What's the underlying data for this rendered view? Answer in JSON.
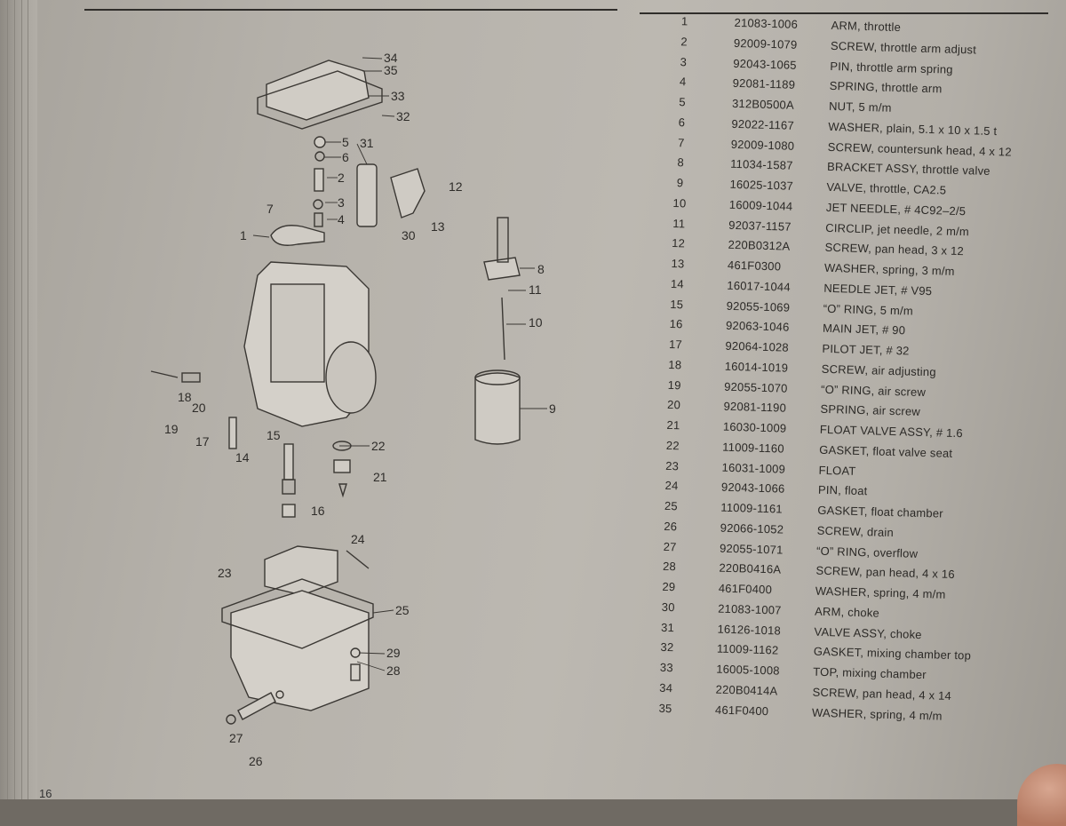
{
  "diagram": {
    "callouts": [
      "1",
      "2",
      "3",
      "4",
      "5",
      "6",
      "7",
      "8",
      "9",
      "10",
      "11",
      "12",
      "13",
      "14",
      "15",
      "16",
      "17",
      "18",
      "19",
      "20",
      "21",
      "22",
      "23",
      "24",
      "25",
      "26",
      "27",
      "28",
      "29",
      "30",
      "31",
      "32",
      "33",
      "34",
      "35"
    ]
  },
  "parts_list": {
    "rows": [
      {
        "ref": "1",
        "part_no": "21083-1006",
        "description": "ARM, throttle"
      },
      {
        "ref": "2",
        "part_no": "92009-1079",
        "description": "SCREW, throttle arm adjust"
      },
      {
        "ref": "3",
        "part_no": "92043-1065",
        "description": "PIN, throttle arm spring"
      },
      {
        "ref": "4",
        "part_no": "92081-1189",
        "description": "SPRING, throttle arm"
      },
      {
        "ref": "5",
        "part_no": "312B0500A",
        "description": "NUT, 5 m/m"
      },
      {
        "ref": "6",
        "part_no": "92022-1167",
        "description": "WASHER, plain, 5.1 x 10 x 1.5 t"
      },
      {
        "ref": "7",
        "part_no": "92009-1080",
        "description": "SCREW, countersunk head, 4 x 12"
      },
      {
        "ref": "8",
        "part_no": "11034-1587",
        "description": "BRACKET ASSY, throttle valve"
      },
      {
        "ref": "9",
        "part_no": "16025-1037",
        "description": "VALVE, throttle, CA2.5"
      },
      {
        "ref": "10",
        "part_no": "16009-1044",
        "description": "JET NEEDLE, # 4C92–2/5"
      },
      {
        "ref": "11",
        "part_no": "92037-1157",
        "description": "CIRCLIP, jet needle, 2 m/m"
      },
      {
        "ref": "12",
        "part_no": "220B0312A",
        "description": "SCREW, pan head, 3 x 12"
      },
      {
        "ref": "13",
        "part_no": "461F0300",
        "description": "WASHER, spring, 3 m/m"
      },
      {
        "ref": "14",
        "part_no": "16017-1044",
        "description": "NEEDLE JET, # V95"
      },
      {
        "ref": "15",
        "part_no": "92055-1069",
        "description": "“O” RING, 5 m/m"
      },
      {
        "ref": "16",
        "part_no": "92063-1046",
        "description": "MAIN JET, # 90"
      },
      {
        "ref": "17",
        "part_no": "92064-1028",
        "description": "PILOT JET, # 32"
      },
      {
        "ref": "18",
        "part_no": "16014-1019",
        "description": "SCREW, air adjusting"
      },
      {
        "ref": "19",
        "part_no": "92055-1070",
        "description": "“O” RING, air screw"
      },
      {
        "ref": "20",
        "part_no": "92081-1190",
        "description": "SPRING, air screw"
      },
      {
        "ref": "21",
        "part_no": "16030-1009",
        "description": "FLOAT VALVE ASSY, # 1.6"
      },
      {
        "ref": "22",
        "part_no": "11009-1160",
        "description": "GASKET, float valve seat"
      },
      {
        "ref": "23",
        "part_no": "16031-1009",
        "description": "FLOAT"
      },
      {
        "ref": "24",
        "part_no": "92043-1066",
        "description": "PIN, float"
      },
      {
        "ref": "25",
        "part_no": "11009-1161",
        "description": "GASKET, float chamber"
      },
      {
        "ref": "26",
        "part_no": "92066-1052",
        "description": "SCREW, drain"
      },
      {
        "ref": "27",
        "part_no": "92055-1071",
        "description": "“O” RING, overflow"
      },
      {
        "ref": "28",
        "part_no": "220B0416A",
        "description": "SCREW, pan head, 4 x 16"
      },
      {
        "ref": "29",
        "part_no": "461F0400",
        "description": "WASHER, spring, 4 m/m"
      },
      {
        "ref": "30",
        "part_no": "21083-1007",
        "description": "ARM, choke"
      },
      {
        "ref": "31",
        "part_no": "16126-1018",
        "description": "VALVE ASSY, choke"
      },
      {
        "ref": "32",
        "part_no": "11009-1162",
        "description": "GASKET, mixing chamber top"
      },
      {
        "ref": "33",
        "part_no": "16005-1008",
        "description": "TOP, mixing chamber"
      },
      {
        "ref": "34",
        "part_no": "220B0414A",
        "description": "SCREW, pan head, 4 x 14"
      },
      {
        "ref": "35",
        "part_no": "461F0400",
        "description": "WASHER, spring, 4 m/m"
      }
    ]
  },
  "page_number": "16"
}
